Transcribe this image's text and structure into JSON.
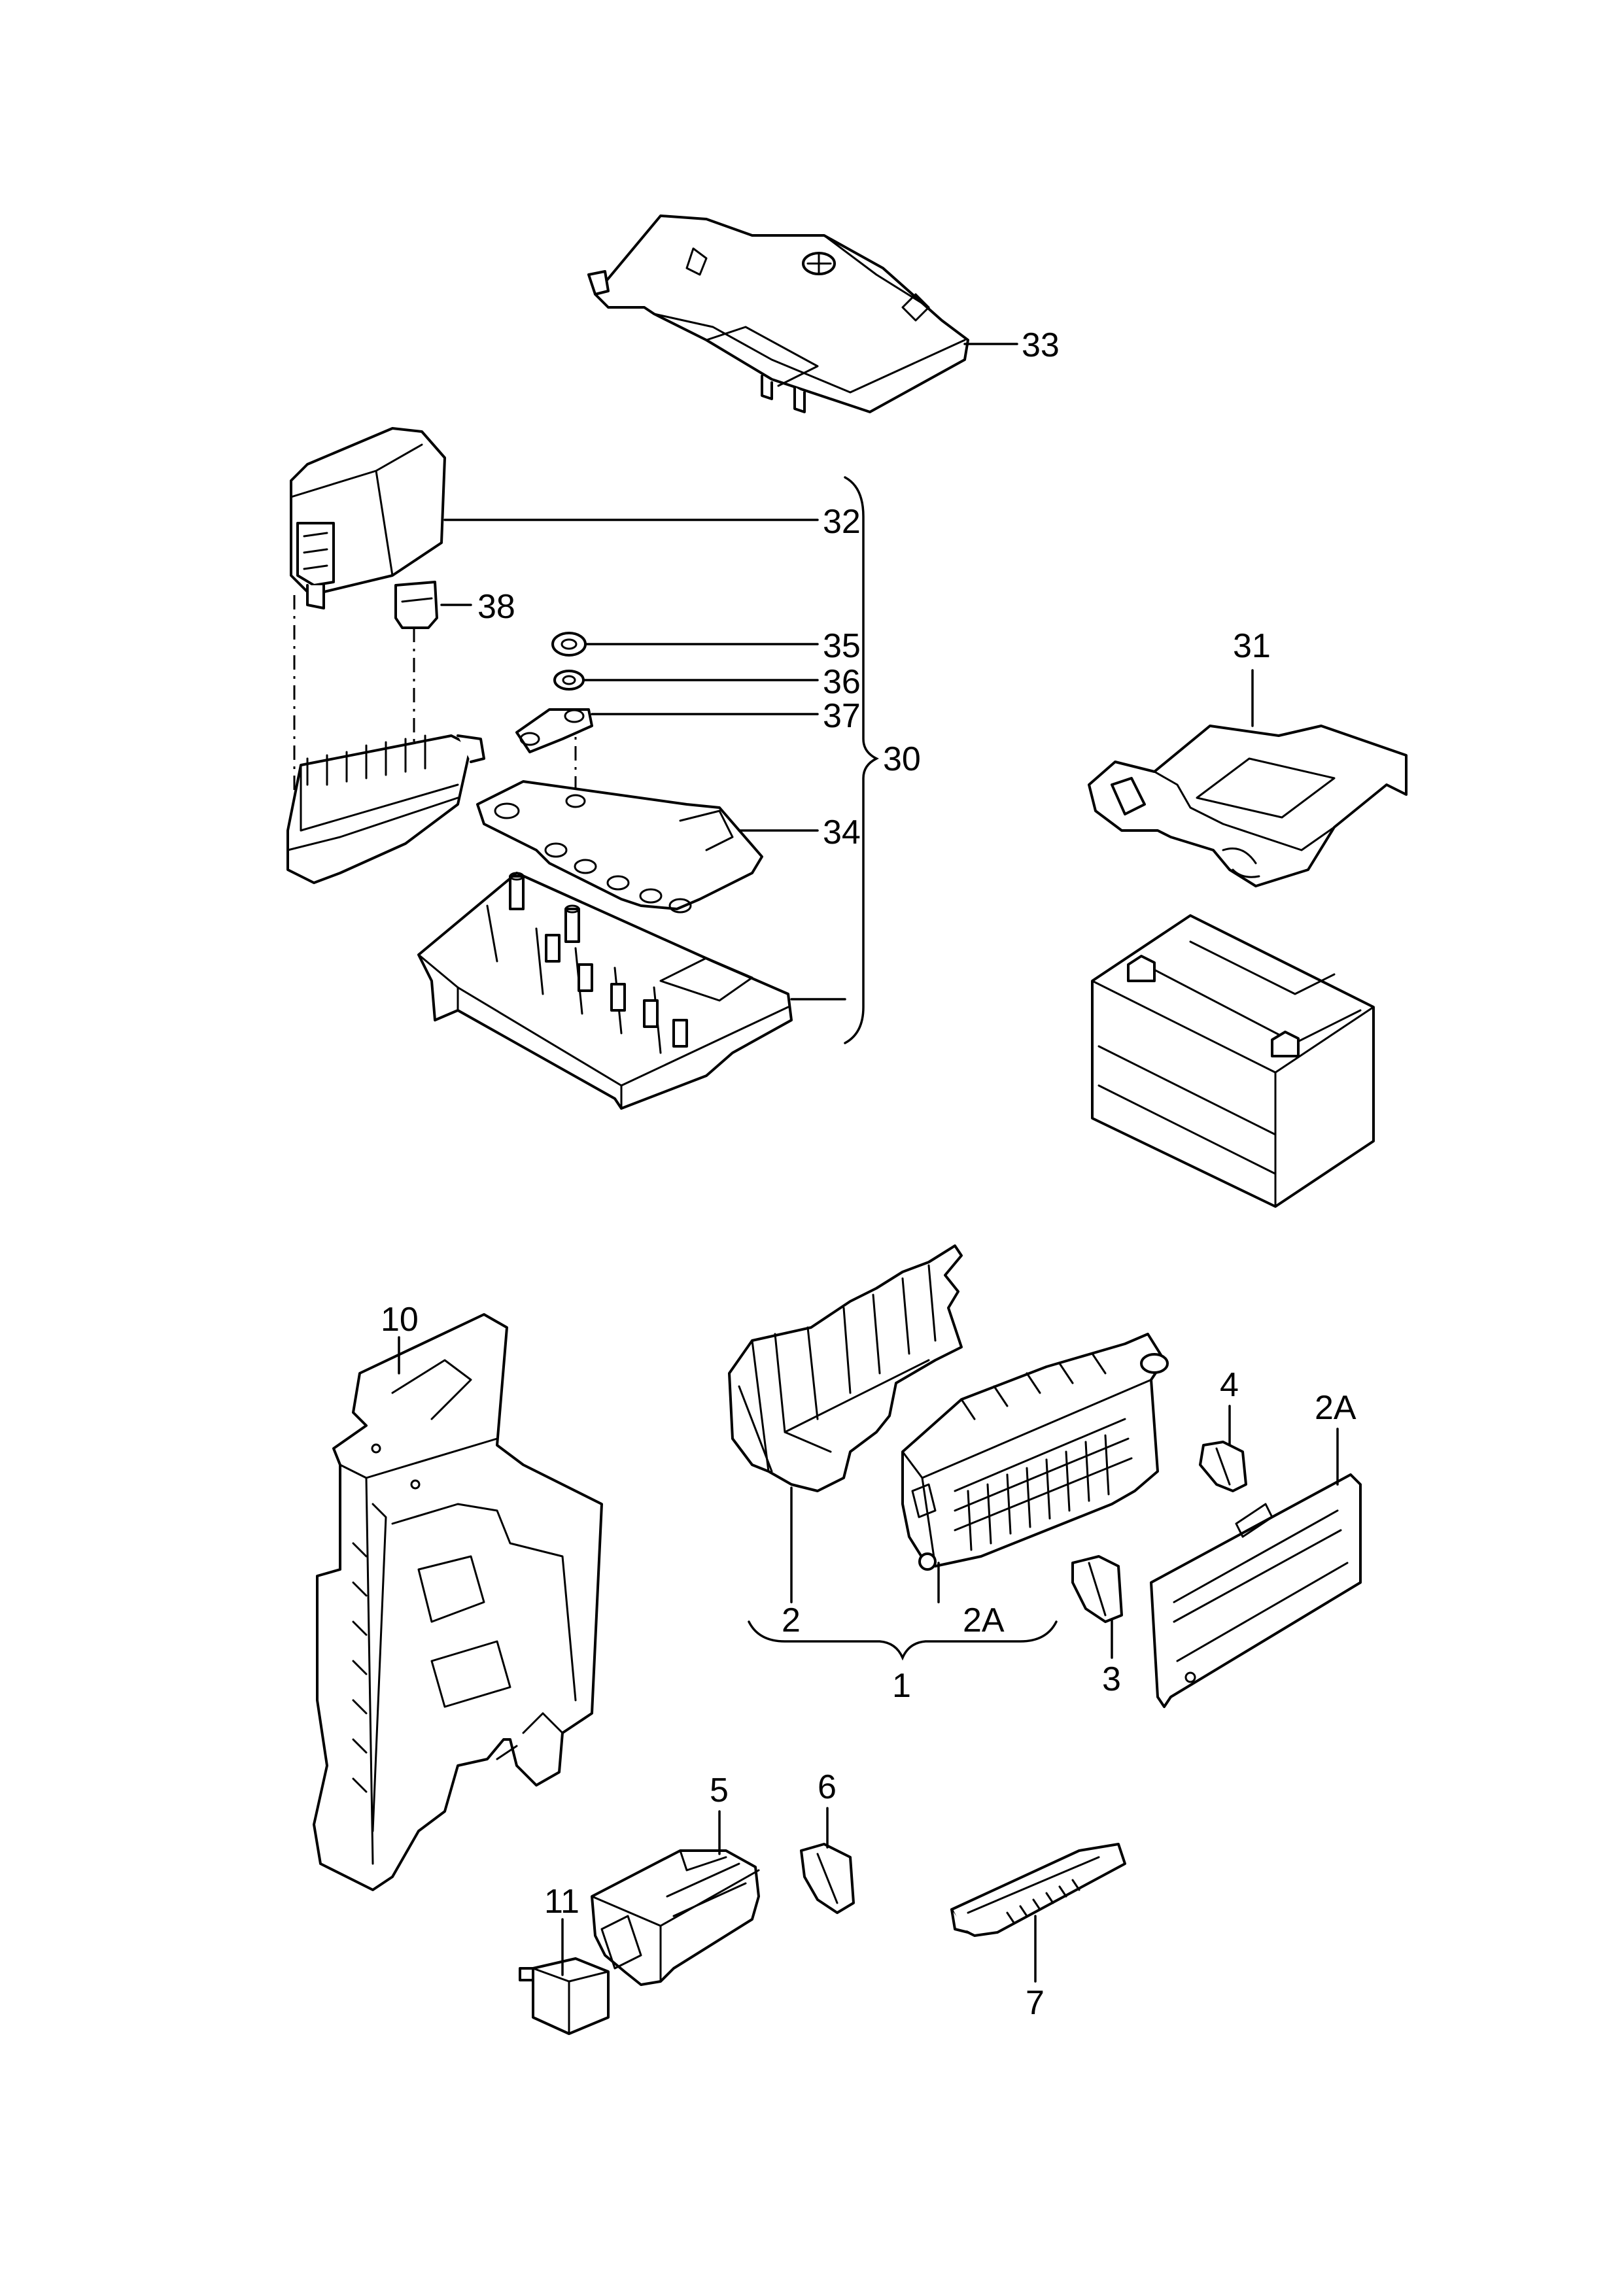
{
  "callouts": {
    "c33": "33",
    "c32": "32",
    "c38": "38",
    "c35": "35",
    "c36": "36",
    "c37": "37",
    "c30": "30",
    "c34": "34",
    "c31": "31",
    "c10": "10",
    "c2": "2",
    "c2a_top": "2A",
    "c2a_bottom": "2A",
    "c1": "1",
    "c4": "4",
    "c3": "3",
    "c5": "5",
    "c6": "6",
    "c7": "7",
    "c11": "11"
  }
}
